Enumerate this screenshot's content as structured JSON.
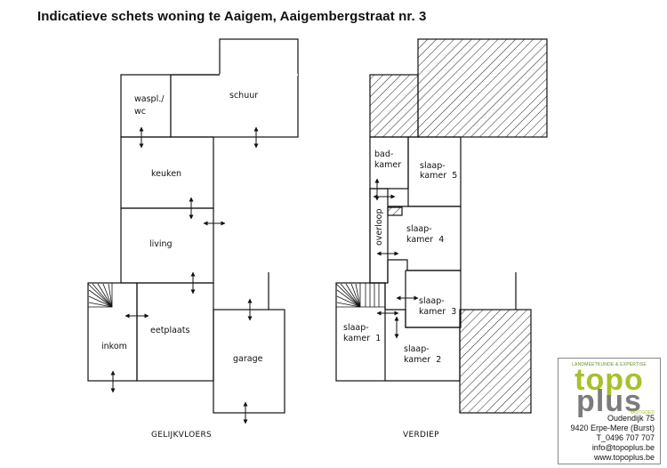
{
  "title": "Indicatieve schets woning te Aaigem, Aaigembergstraat nr. 3",
  "floors": {
    "ground": {
      "label": "GELIJKVLOERS",
      "rooms": {
        "waspl": [
          "waspl./",
          "wc"
        ],
        "schuur": "schuur",
        "keuken": "keuken",
        "living": "living",
        "eetplaats": "eetplaats",
        "inkom": "inkom",
        "garage": "garage"
      }
    },
    "upper": {
      "label": "VERDIEP",
      "rooms": {
        "badkamer": [
          "bad-",
          "kamer"
        ],
        "slaapkamer5": [
          "slaap-",
          "kamer  5"
        ],
        "overloop": "overloop",
        "slaapkamer4": [
          "slaap-",
          "kamer  4"
        ],
        "slaapkamer3": [
          "slaap-",
          "kamer  3"
        ],
        "slaapkamer1": [
          "slaap-",
          "kamer  1"
        ],
        "slaapkamer2": [
          "slaap-",
          "kamer  2"
        ]
      }
    }
  },
  "logo": {
    "tagline": "LANDMEETKUNDE & EXPERTISE",
    "word1": "topo",
    "word2": "plus",
    "subword": "VASTGOED",
    "colors": {
      "topo": "#a9c02a",
      "plus": "#7c7c7c"
    }
  },
  "contact": {
    "street": "Oudendijk 75",
    "city": "9420 Erpe-Mere (Burst)",
    "phone": "T_0496 707 707",
    "email": "info@topoplus.be",
    "website": "www.topoplus.be"
  }
}
